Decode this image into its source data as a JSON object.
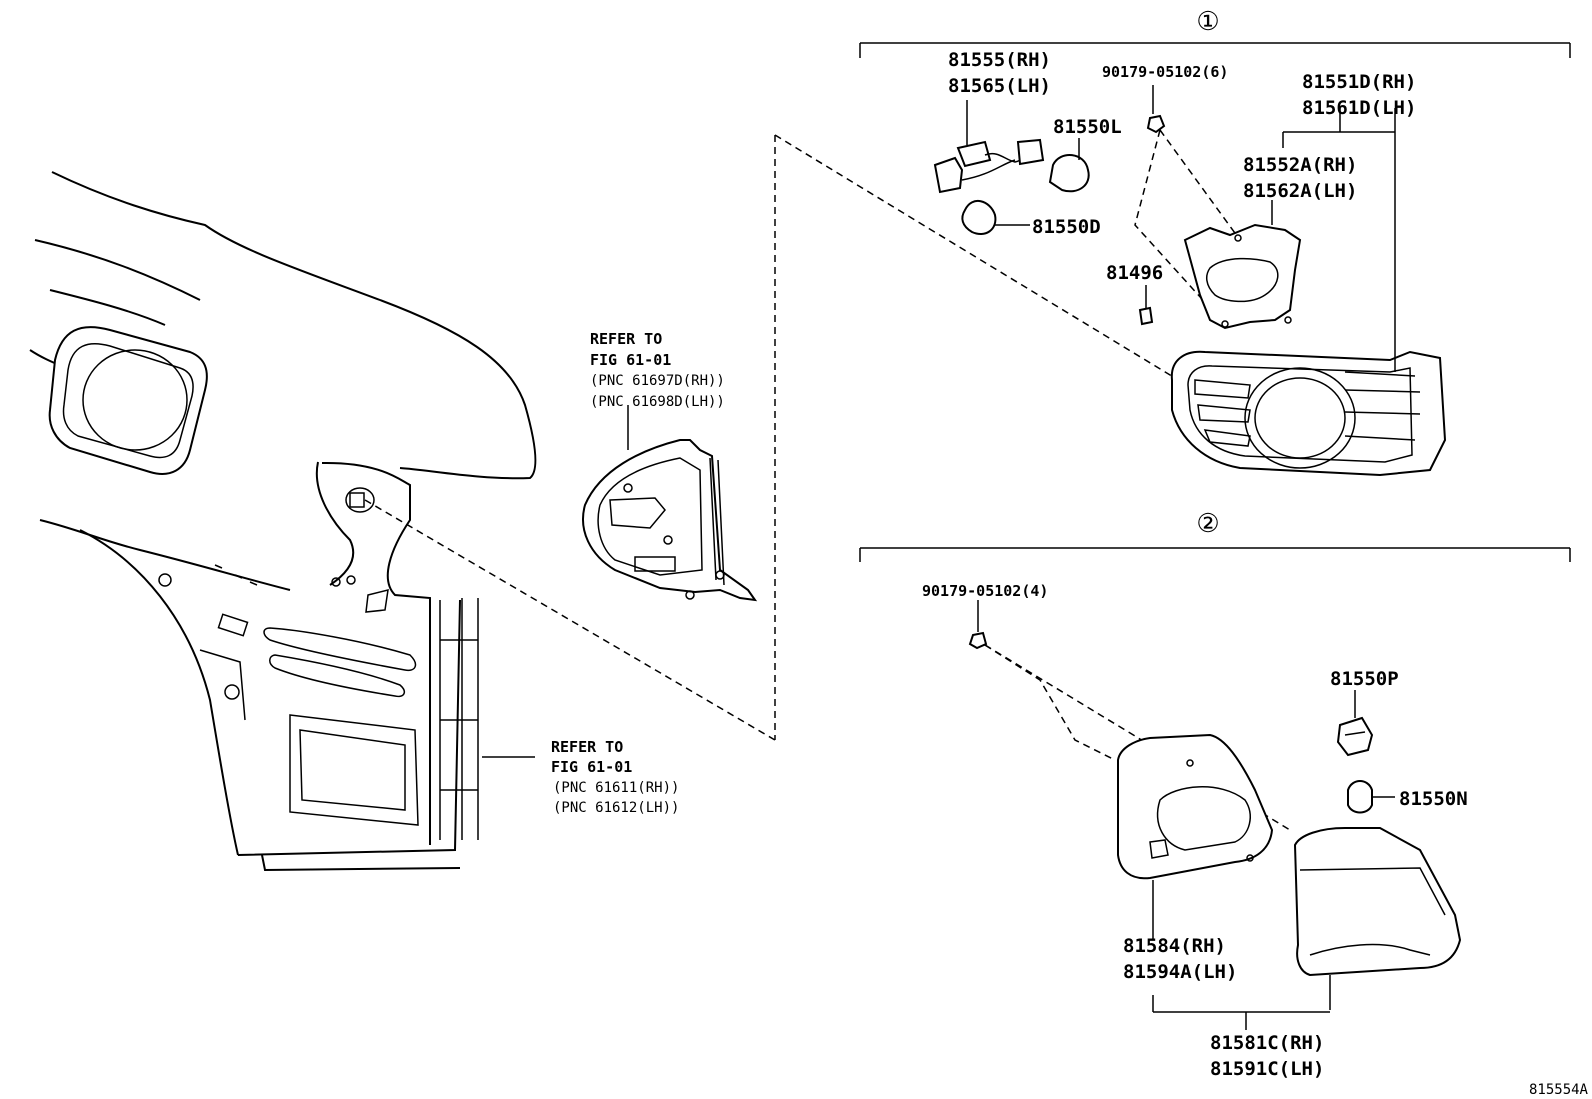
{
  "group_markers": {
    "group1": "①",
    "group2": "②"
  },
  "labels": {
    "p81555": "81555(RH)",
    "p81565": "81565(LH)",
    "p90179_6": "90179-05102(6)",
    "p81551D": "81551D(RH)",
    "p81561D": "81561D(LH)",
    "p81550L": "81550L",
    "p81552A": "81552A(RH)",
    "p81562A": "81562A(LH)",
    "p81550D": "81550D",
    "p81496": "81496",
    "p90179_4": "90179-05102(4)",
    "p81550P": "81550P",
    "p81550N": "81550N",
    "p81584": "81584(RH)",
    "p81594A": "81594A(LH)",
    "p81581C": "81581C(RH)",
    "p81591C": "81591C(LH)"
  },
  "refer_upper": {
    "line1": "REFER TO",
    "line2": "FIG 61-01",
    "line3": "(PNC 61697D(RH))",
    "line4": "(PNC 61698D(LH))"
  },
  "refer_lower": {
    "line1": "REFER TO",
    "line2": "FIG 61-01",
    "line3": "(PNC 61611(RH))",
    "line4": "(PNC 61612(LH))"
  },
  "diagram_code": "815554A"
}
